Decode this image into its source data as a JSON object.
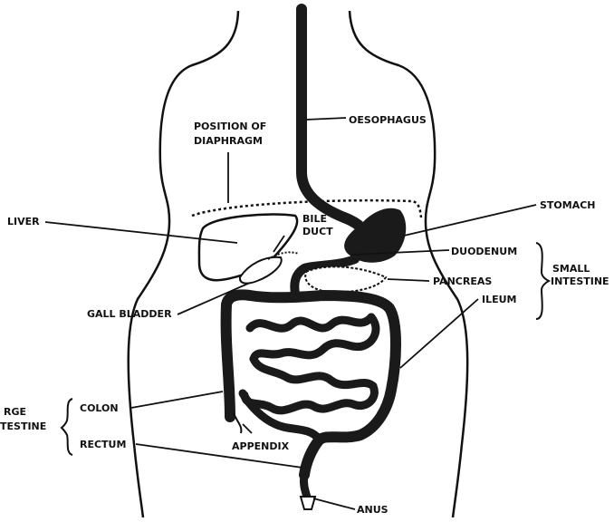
{
  "labels": {
    "oesophagus": "OESOPHAGUS",
    "diaphragm_line1": "POSITION OF",
    "diaphragm_line2": "DIAPHRAGM",
    "liver": "LIVER",
    "bile_duct_line1": "BILE",
    "bile_duct_line2": "DUCT",
    "stomach": "STOMACH",
    "duodenum": "DUODENUM",
    "pancreas": "PANCREAS",
    "small_intestine_line1": "SMALL",
    "small_intestine_line2": "INTESTINE",
    "gall_bladder": "GALL BLADDER",
    "ileum": "ILEUM",
    "large_intestine_line1": "RGE",
    "large_intestine_line2": "TESTINE",
    "colon": "COLON",
    "appendix": "APPENDIX",
    "rectum": "RECTUM",
    "anus": "ANUS"
  },
  "colors": {
    "ink": "#111111",
    "organ_fill": "#1a1a1a",
    "background": "#ffffff"
  }
}
